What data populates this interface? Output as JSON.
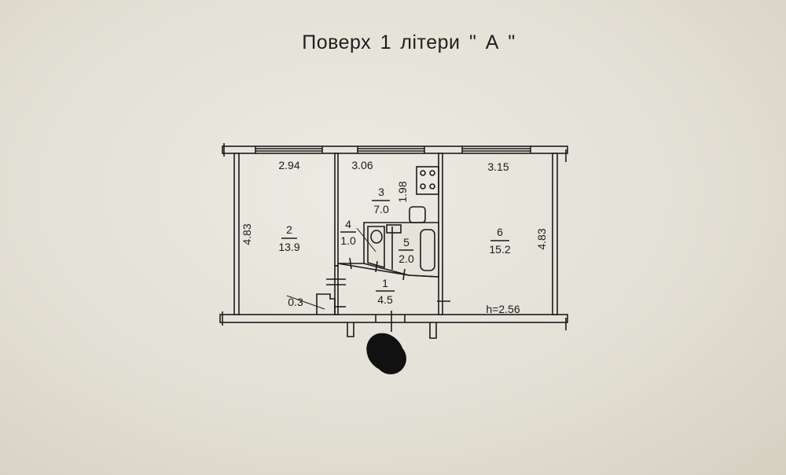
{
  "title": "Поверх  1  літери \" А \"",
  "rooms": [
    {
      "number": "1",
      "area": "4.5"
    },
    {
      "number": "2",
      "area": "13.9"
    },
    {
      "number": "3",
      "area": "7.0"
    },
    {
      "number": "4",
      "area": "1.0"
    },
    {
      "number": "5",
      "area": "2.0"
    },
    {
      "number": "6",
      "area": "15.2"
    }
  ],
  "closet_area": "0.3",
  "dimensions": {
    "room2_width": "2.94",
    "room3_width": "3.06",
    "room6_width": "3.15",
    "room2_depth": "4.83",
    "room6_depth": "4.83",
    "kitchen_depth": "1.98"
  },
  "ceiling_height": "h=2.56"
}
